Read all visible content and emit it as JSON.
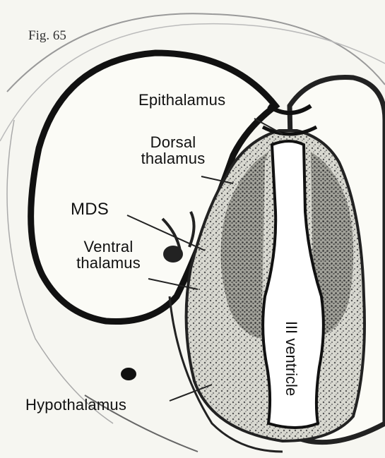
{
  "figure": {
    "number": "Fig. 65",
    "labels": {
      "epithalamus": "Epithalamus",
      "dorsal_line1": "Dorsal",
      "dorsal_line2": "thalamus",
      "mds": "MDS",
      "ventral_line1": "Ventral",
      "ventral_line2": "thalamus",
      "ventricle": "III ventricle",
      "hypothalamus": "Hypothalamus"
    }
  }
}
